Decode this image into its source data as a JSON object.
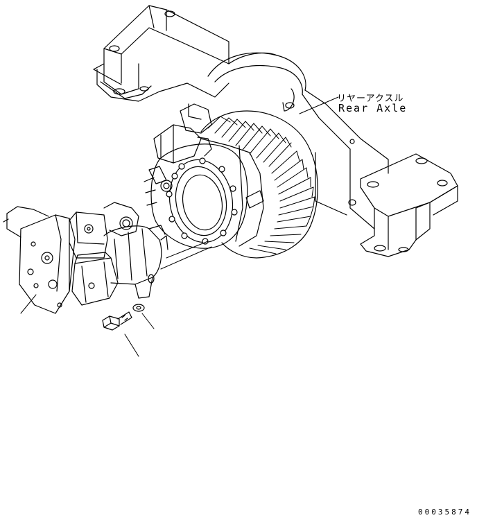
{
  "callouts": {
    "rear_axle_jp": "リヤーアクスル",
    "rear_axle_en": "Rear Axle"
  },
  "drawing_number": "00035874",
  "colors": {
    "line": "#000000",
    "background": "#ffffff"
  }
}
